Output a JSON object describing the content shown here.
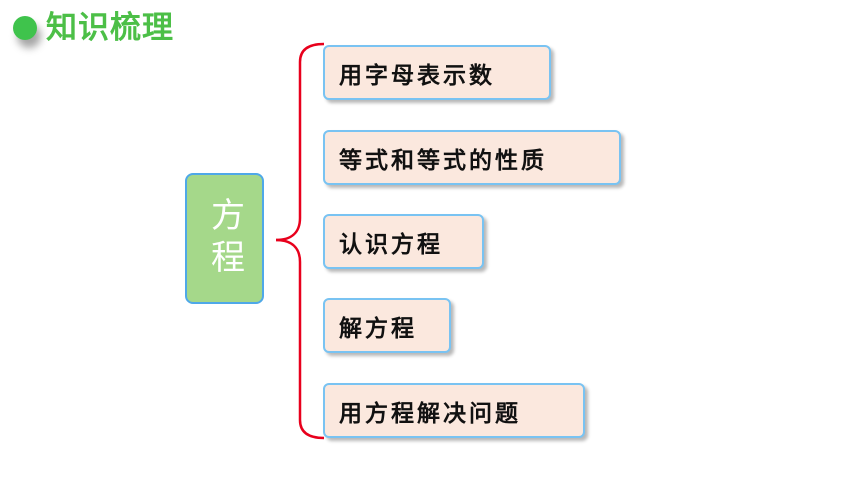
{
  "header": {
    "title": "知识梳理",
    "accent_color": "#4cbf47",
    "bullet_icon": "circle-bullet"
  },
  "diagram": {
    "root": {
      "label": "方程",
      "fill_color": "#a5d88a"
    },
    "children": [
      {
        "label": "用字母表示数"
      },
      {
        "label": "等式和等式的性质"
      },
      {
        "label": "认识方程"
      },
      {
        "label": "解方程"
      },
      {
        "label": "用方程解决问题"
      }
    ],
    "connector_color": "#e8001c",
    "child_fill_color": "#fbe8de",
    "border_color": "#79c3f2"
  }
}
